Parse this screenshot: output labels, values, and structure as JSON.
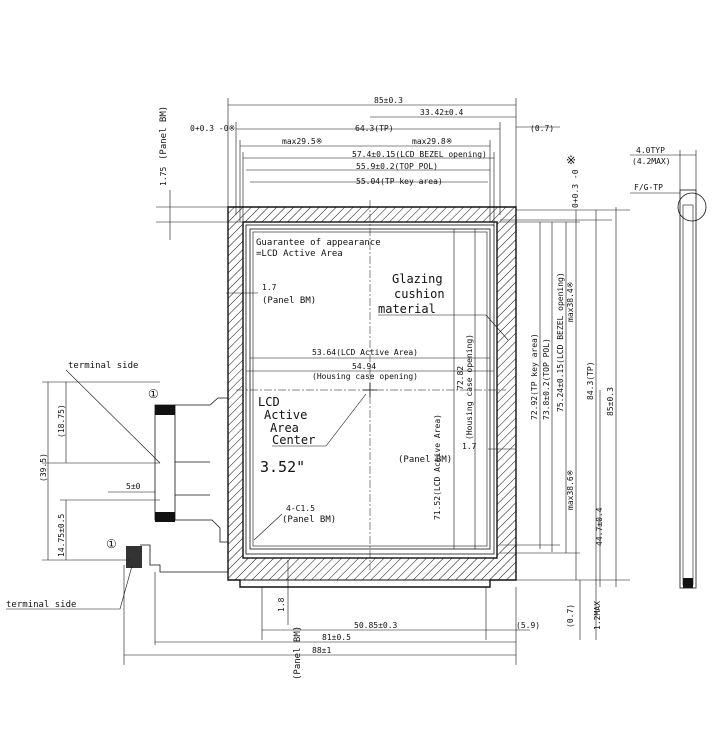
{
  "top_dims": {
    "overall": "85±0.3",
    "half": "33.42±0.4",
    "tp": "64.3(TP)",
    "offset_07": "(0.7)",
    "tol_left": "0+0.3 -0※",
    "max_left": "max29.5※",
    "max_right": "max29.8※",
    "bezel": "57.4±0.15(LCD BEZEL opening)",
    "top_pol": "55.9±0.2(TOP POL)",
    "key_area": "55.04(TP key area)"
  },
  "left_notes": {
    "panel_bm_vert": "(Panel BM)",
    "dim_175": "1.75",
    "dim_17": "1.7",
    "panel_bm": "(Panel BM)",
    "guarantee_1": "Guarantee of appearance",
    "guarantee_2": "=LCD Active Area",
    "glazing_1": "Glazing",
    "glazing_2": "cushion",
    "glazing_3": "material",
    "active_width": "53.64(LCD Active Area)",
    "housing_width_val": "54.94",
    "housing_width_lbl": "(Housing case opening)",
    "center_1": "LCD",
    "center_2": "Active",
    "center_3": "Area",
    "center_4": "Center",
    "diagonal": "3.52\"",
    "dim_17b": "1.7",
    "panel_bm_right": "(Panel BM)",
    "corner": "4-C1.5",
    "panel_bm_corner": "(Panel BM)"
  },
  "terminal": {
    "label_top": "terminal side",
    "label_bottom": "terminal side",
    "marker": "①",
    "dim_1875": "(18.75)",
    "dim_395": "(39.5)",
    "dim_5": "5±0",
    "dim_1475": "14.75±0.5"
  },
  "right_dims": {
    "active_h": "71.52(LCD Active Area)",
    "housing_h_val": "72.82",
    "housing_h_lbl": "(Housing case opening)",
    "key_h": "72.92(TP key area)",
    "pol_h": "73.8±0.2(TOP POL)",
    "bezel_h": "75.24±0.15(LCD BEZEL opening)",
    "max_h": "max38.4※",
    "tp_h": "84.3(TP)",
    "total_h": "85±0.3",
    "max_lower": "max38.6※",
    "lower": "44.7±0.4",
    "star": "※",
    "tol_right": "0+0.3 -0",
    "dim_07": "(0.7)",
    "max12": "1.2MAX"
  },
  "bottom_dims": {
    "dim_18": "1.8",
    "panel_bm": "(Panel BM)",
    "w1": "50.85±0.3",
    "w_59": "(5.9)",
    "w2": "81±0.5",
    "w3": "88±1"
  },
  "side_view": {
    "typ": "4.0TYP",
    "max": "(4.2MAX)",
    "fg_tp": "F/G-TP"
  }
}
